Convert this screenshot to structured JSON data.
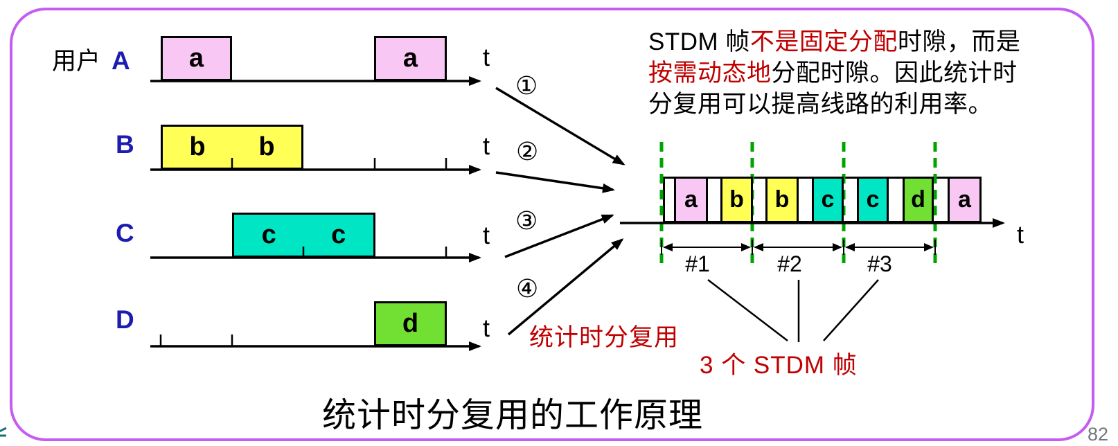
{
  "colors": {
    "border_purple": "#c55cf2",
    "user_blue": "#1c1cb0",
    "slot_pink": "#f9c7f3",
    "slot_yellow": "#ffff55",
    "slot_cyan": "#00e6c4",
    "slot_green": "#72e032",
    "dashed_frame_green": "#00a400",
    "red_text": "#c00000",
    "page_number_gray": "#72777e"
  },
  "timelines": {
    "header": "用户",
    "rows": [
      {
        "user": "A",
        "axis_label": "t",
        "blocks": [
          {
            "letters": [
              "a"
            ]
          },
          {
            "letters": [
              "a"
            ]
          }
        ]
      },
      {
        "user": "B",
        "axis_label": "t",
        "blocks": [
          {
            "letters": [
              "b",
              "b"
            ]
          }
        ]
      },
      {
        "user": "C",
        "axis_label": "t",
        "blocks": [
          {
            "letters": [
              "c",
              "c"
            ]
          }
        ]
      },
      {
        "user": "D",
        "axis_label": "t",
        "blocks": [
          {
            "letters": [
              "d"
            ]
          }
        ]
      }
    ],
    "arrow_labels": [
      "①",
      "②",
      "③",
      "④"
    ]
  },
  "description": {
    "line1": [
      {
        "text": "STDM 帧",
        "color": "black"
      },
      {
        "text": "不是固定分配",
        "color": "red"
      },
      {
        "text": "时隙，而是",
        "color": "black"
      }
    ],
    "line2": [
      {
        "text": "按需动态地",
        "color": "red"
      },
      {
        "text": "分配时隙。因此统计时",
        "color": "black"
      }
    ],
    "line3": [
      {
        "text": "分复用可以提高线路的利用率。",
        "color": "black"
      }
    ]
  },
  "stdm": {
    "slots": [
      {
        "letter": "a",
        "color": "pink"
      },
      {
        "letter": "b",
        "color": "yellow"
      },
      {
        "letter": "b",
        "color": "yellow"
      },
      {
        "letter": "c",
        "color": "cyan"
      },
      {
        "letter": "c",
        "color": "cyan"
      },
      {
        "letter": "d",
        "color": "green"
      },
      {
        "letter": "a",
        "color": "pink"
      }
    ],
    "axis_label": "t",
    "frame_labels": [
      "#1",
      "#2",
      "#3"
    ],
    "mux_annotation": "统计时分复用",
    "frames_annotation": "3 个 STDM 帧"
  },
  "title": "统计时分复用的工作原理",
  "page_number": "82"
}
